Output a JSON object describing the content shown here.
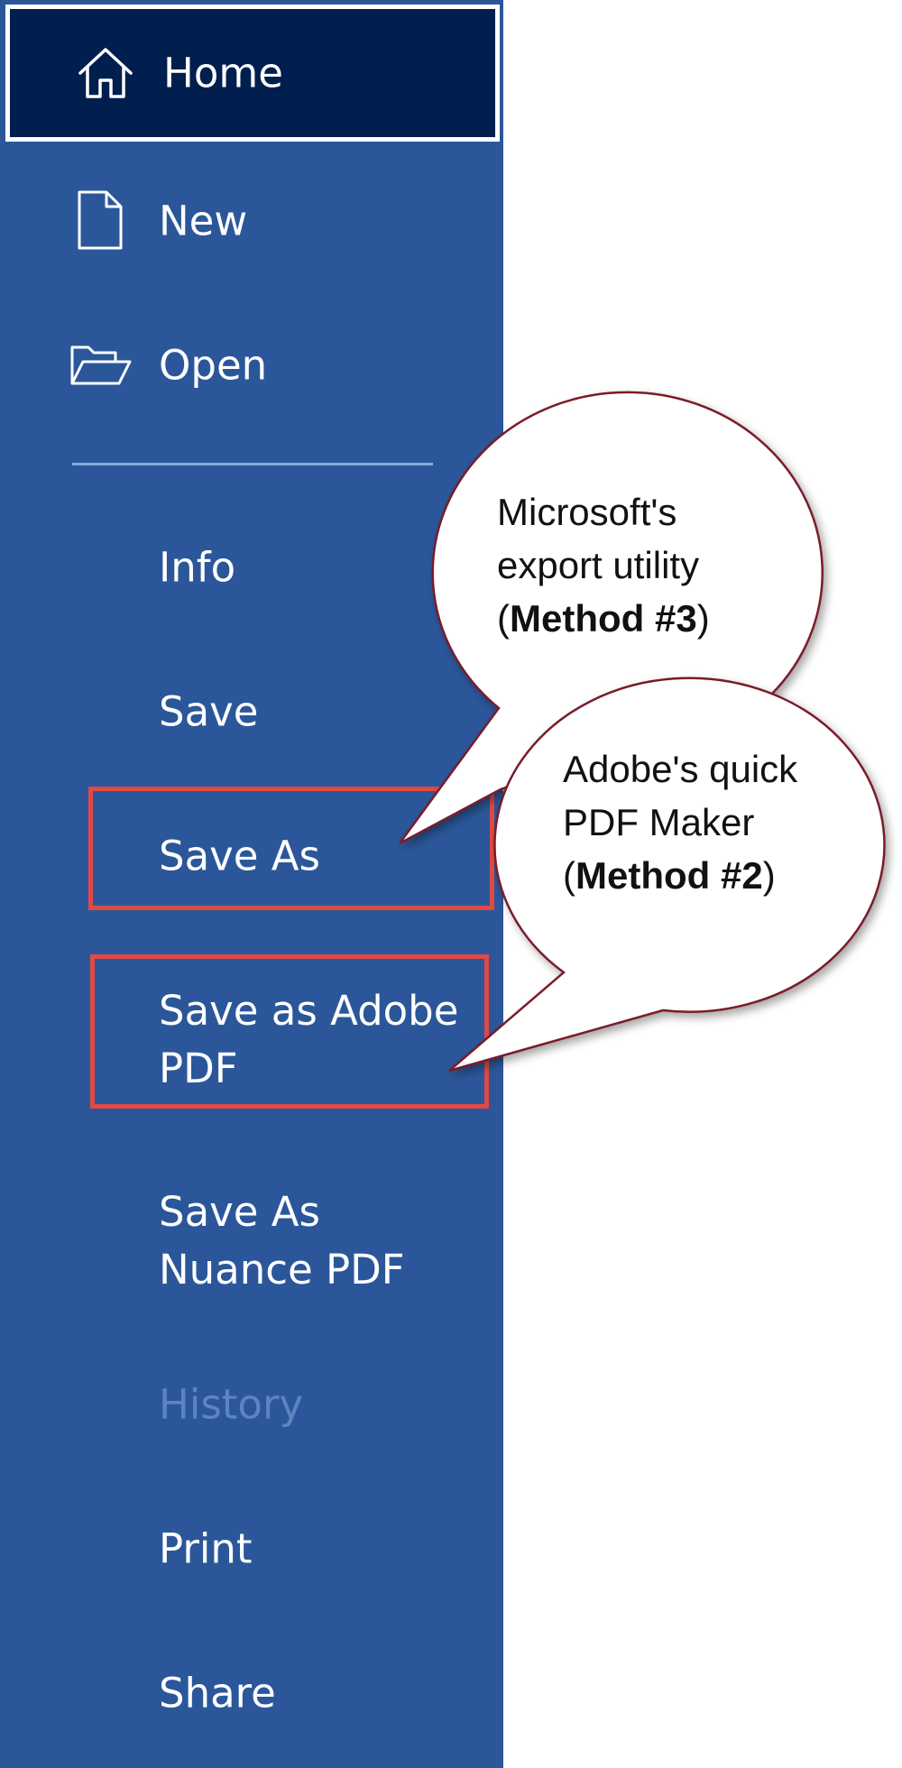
{
  "sidebar": {
    "background_color": "#2b579a",
    "selected_color": "#001e4e",
    "items": [
      {
        "label": "Home",
        "icon": "home-icon",
        "state": "selected"
      },
      {
        "label": "New",
        "icon": "new-document-icon"
      },
      {
        "label": "Open",
        "icon": "open-folder-icon"
      },
      {
        "label": "Info"
      },
      {
        "label": "Save"
      },
      {
        "label": "Save As",
        "highlighted": true
      },
      {
        "label": "Save as Adobe PDF",
        "highlighted": true
      },
      {
        "label": "Save As Nuance PDF"
      },
      {
        "label": "History",
        "state": "disabled"
      },
      {
        "label": "Print"
      },
      {
        "label": "Share"
      }
    ]
  },
  "annotations": {
    "highlight_color": "#e04a43",
    "callout_1": {
      "line1": "Microsoft's",
      "line2": "export utility",
      "paren_open": "(",
      "method": "Method #3",
      "paren_close": ")"
    },
    "callout_2": {
      "line1": "Adobe's quick",
      "line2": "PDF Maker",
      "paren_open": "(",
      "method": "Method #2",
      "paren_close": ")"
    }
  }
}
